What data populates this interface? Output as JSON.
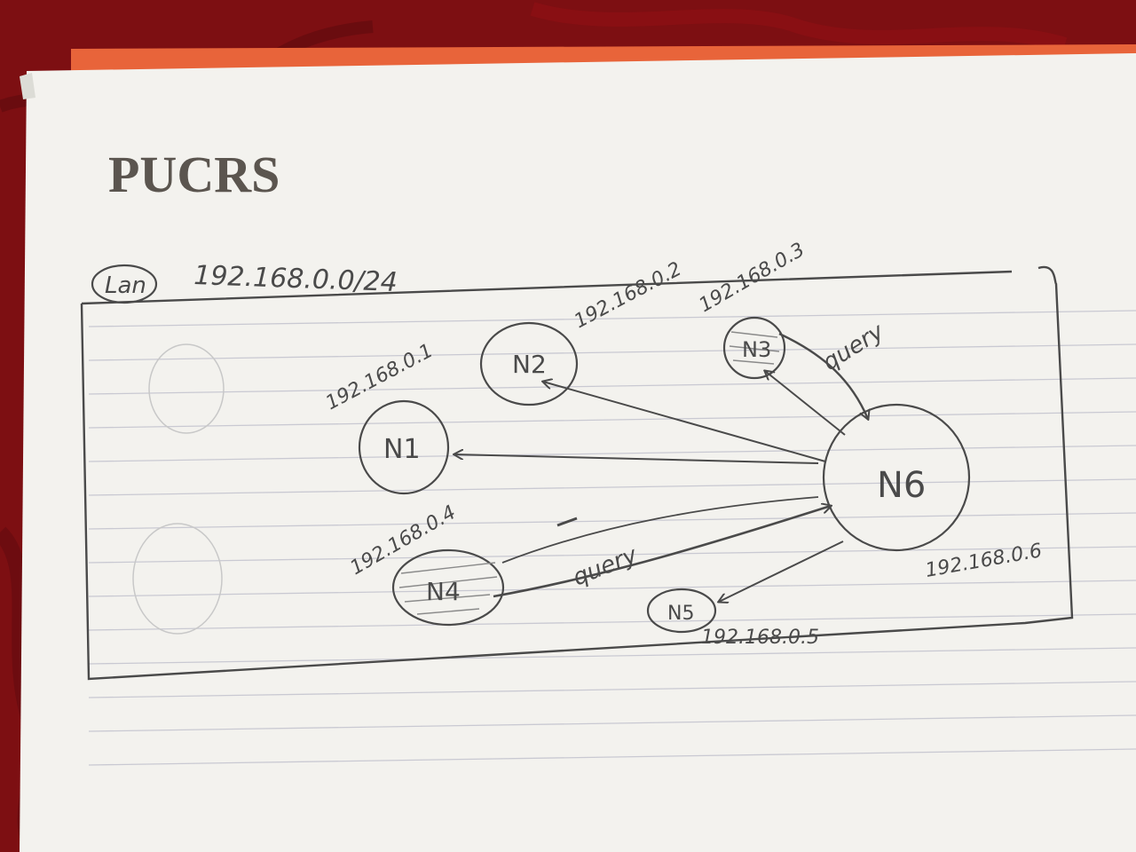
{
  "header": {
    "brand": "PUCRS"
  },
  "lan": {
    "label": "Lan",
    "network": "192.168.0.0/24"
  },
  "nodes": {
    "n1": {
      "label": "N1",
      "ip": "192.168.0.1"
    },
    "n2": {
      "label": "N2",
      "ip": "192.168.0.2"
    },
    "n3": {
      "label": "N3",
      "ip": "192.168.0.3"
    },
    "n4": {
      "label": "N4",
      "ip": "192.168.0.4"
    },
    "n5": {
      "label": "N5",
      "ip": "192.168.0.5"
    },
    "n6": {
      "label": "N6",
      "ip": "192.168.0.6"
    }
  },
  "edges": {
    "n3_query": "query",
    "n4_query": "query"
  },
  "colors": {
    "background": "#7d0f12",
    "paper": "#f3f2ee",
    "orange_sheet": "#e8643a",
    "rule_line": "#c9c9d2",
    "pencil": "#4a4a4a"
  }
}
